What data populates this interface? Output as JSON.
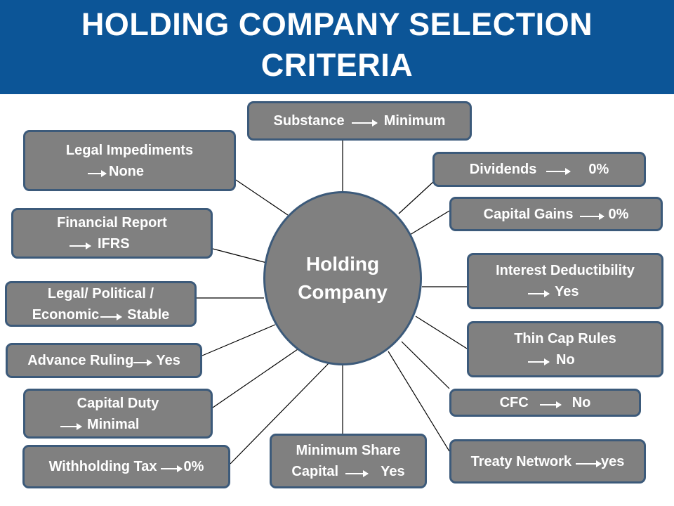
{
  "title": {
    "line1": "HOLDING COMPANY SELECTION",
    "line2": "CRITERIA"
  },
  "center": {
    "line1": "Holding",
    "line2": "Company"
  },
  "criteria": {
    "substance": {
      "name": "Substance",
      "value": "Minimum"
    },
    "legal_impediments": {
      "name": "Legal Impediments",
      "value": "None"
    },
    "financial_report": {
      "name": "Financial Report",
      "value": "IFRS"
    },
    "legal_political": {
      "name_line1": "Legal/ Political /",
      "name_line2": "Economic",
      "value": "Stable"
    },
    "advance_ruling": {
      "name": "Advance Ruling",
      "value": "Yes"
    },
    "capital_duty": {
      "name": "Capital Duty",
      "value": "Minimal"
    },
    "withholding_tax": {
      "name": "Withholding Tax",
      "value": "0%"
    },
    "minimum_share_capital": {
      "name_line1": "Minimum Share",
      "name_line2": "Capital",
      "value": "Yes"
    },
    "dividends": {
      "name": "Dividends",
      "value": "0%"
    },
    "capital_gains": {
      "name": "Capital Gains",
      "value": "0%"
    },
    "interest_deductibility": {
      "name": "Interest Deductibility",
      "value": "Yes"
    },
    "thin_cap_rules": {
      "name": "Thin Cap Rules",
      "value": "No"
    },
    "cfc": {
      "name": "CFC",
      "value": "No"
    },
    "treaty_network": {
      "name": "Treaty Network",
      "value": "yes"
    }
  },
  "colors": {
    "header": "#0c5597",
    "box_fill": "#808080",
    "box_border": "#3c5a7a",
    "connector": "#000000"
  }
}
